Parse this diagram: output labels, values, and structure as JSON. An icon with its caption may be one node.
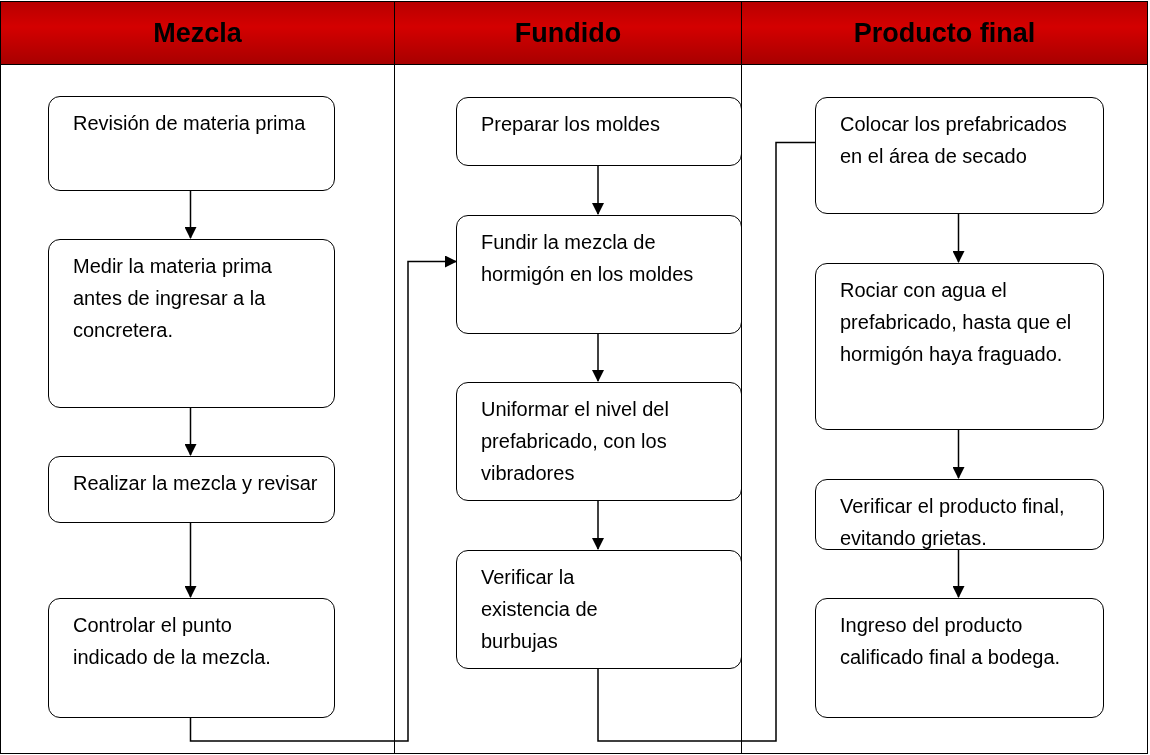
{
  "diagram": {
    "nodes": [
      {
        "text": [
          "Mezcla"
        ]
      },
      {
        "text": [
          "Revisión de materia prima"
        ],
        "in": 0
      },
      {
        "text": [
          "Medir la materia prima antes de ingresar a la concretera."
        ],
        "in": 0
      },
      {
        "text": [
          "Realizar la mezcla y revisar"
        ],
        "in": 0
      },
      {
        "text": [
          "Controlar el punto indicado de la mezcla."
        ],
        "in": 0
      },
      {
        "text": [
          "Fundido"
        ]
      },
      {
        "text": [
          "Preparar los moldes"
        ],
        "in": 5
      },
      {
        "text": [
          "Fundir la mezcla de hormigón en los moldes"
        ],
        "in": 5
      },
      {
        "text": [
          "Uniformar el nivel del prefabricado, con los vibradores"
        ],
        "in": 5
      },
      {
        "text": [
          "Verificar la existencia de burbujas"
        ],
        "in": 5
      },
      {
        "text": [
          "Producto final"
        ]
      },
      {
        "text": [
          "Colocar los prefabricados en el área de secado"
        ],
        "in": 10
      },
      {
        "text": [
          "Rociar con agua el prefabricado, hasta que el hormigón haya fraguado."
        ],
        "in": 10
      },
      {
        "text": [
          "Verificar el producto final, evitando grietas."
        ],
        "in": 10
      },
      {
        "text": [
          "Ingreso del producto calificado final a bodega."
        ],
        "in": 10
      }
    ],
    "edges": [
      {
        "from": 1,
        "to": 2,
        "arrow": "to"
      },
      {
        "from": 2,
        "to": 3,
        "arrow": "to"
      },
      {
        "from": 3,
        "to": 4,
        "arrow": "to"
      },
      {
        "from": 4,
        "to": 7,
        "arrow": "to"
      },
      {
        "from": 6,
        "to": 7,
        "arrow": "to"
      },
      {
        "from": 7,
        "to": 8,
        "arrow": "to"
      },
      {
        "from": 8,
        "to": 9,
        "arrow": "to"
      },
      {
        "from": 9,
        "to": 11,
        "arrow": "none"
      },
      {
        "from": 11,
        "to": 12,
        "arrow": "to"
      },
      {
        "from": 12,
        "to": 13,
        "arrow": "to"
      },
      {
        "from": 13,
        "to": 14,
        "arrow": "to"
      }
    ]
  }
}
